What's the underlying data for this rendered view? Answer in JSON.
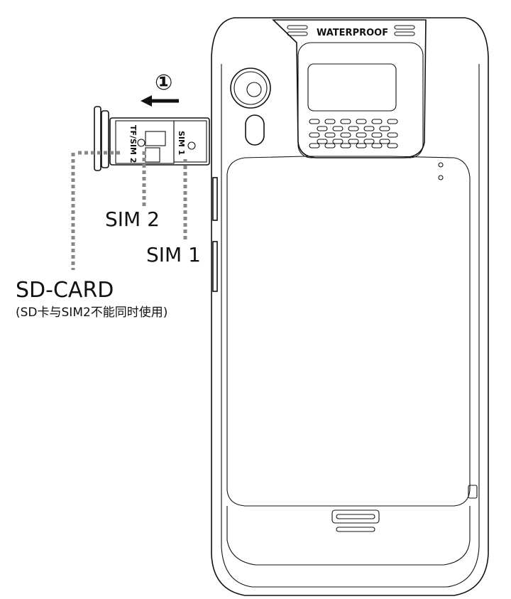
{
  "step_marker": "①",
  "device": {
    "brand_text": "WATERPROOF"
  },
  "tray": {
    "slot2_label": "TF/SIM 2",
    "slot1_label": "SIM 1"
  },
  "callouts": {
    "sim2": "SIM 2",
    "sim1": "SIM 1",
    "sdcard": "SD-CARD",
    "note": "(SD卡与SIM2不能同时使用)"
  },
  "colors": {
    "line": "#111111",
    "leader": "#888888"
  }
}
